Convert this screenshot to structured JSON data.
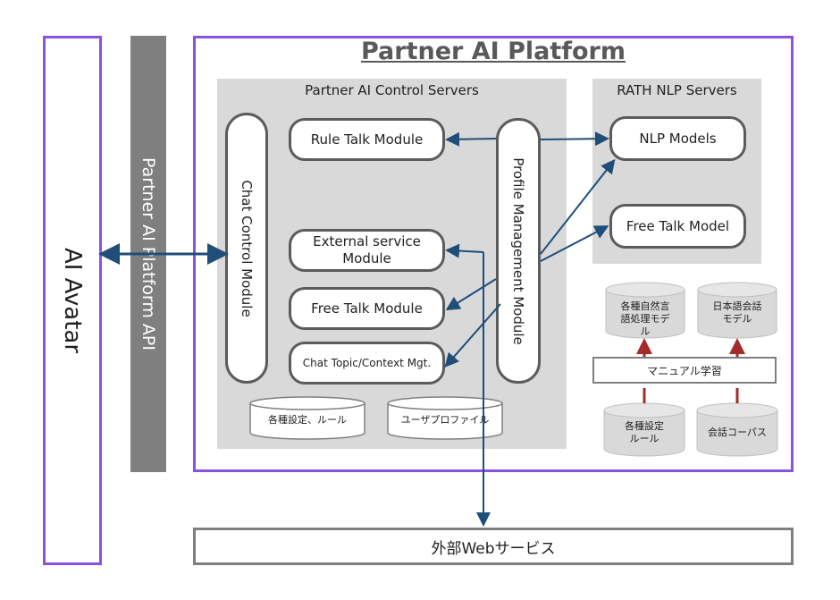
{
  "title": "Partner AI Platform",
  "ai_avatar": "AI Avatar",
  "api_bar": "Partner AI Platform API",
  "control_servers": {
    "label": "Partner AI Control Servers",
    "chat_control": "Chat Control Module",
    "profile_management": "Profile Management Module",
    "rule_talk": "Rule Talk Module",
    "external_service": "External service Module",
    "free_talk": "Free Talk Module",
    "chat_topic": "Chat Topic/Context Mgt.",
    "db_settings": "各種設定、ルール",
    "db_user_profile": "ユーザプロファイル"
  },
  "nlp_servers": {
    "label": "RATH NLP Servers",
    "nlp_models": "NLP Models",
    "free_talk_model": "Free Talk Model"
  },
  "learning": {
    "db_nlp_model": "各種自然言語処理モデル",
    "db_conversation_model": "日本語会話モデル",
    "manual_learning": "マニュアル学習",
    "db_settings_rules": "各種設定ルール",
    "db_corpus": "会話コーパス"
  },
  "external_web": "外部Webサービス",
  "colors": {
    "purple_border": "#8a52e0",
    "api_gray": "#7f7f7f",
    "panel_gray": "#d9d9d9",
    "arrow_blue": "#1f4e79",
    "arrow_red": "#a52a2a"
  }
}
